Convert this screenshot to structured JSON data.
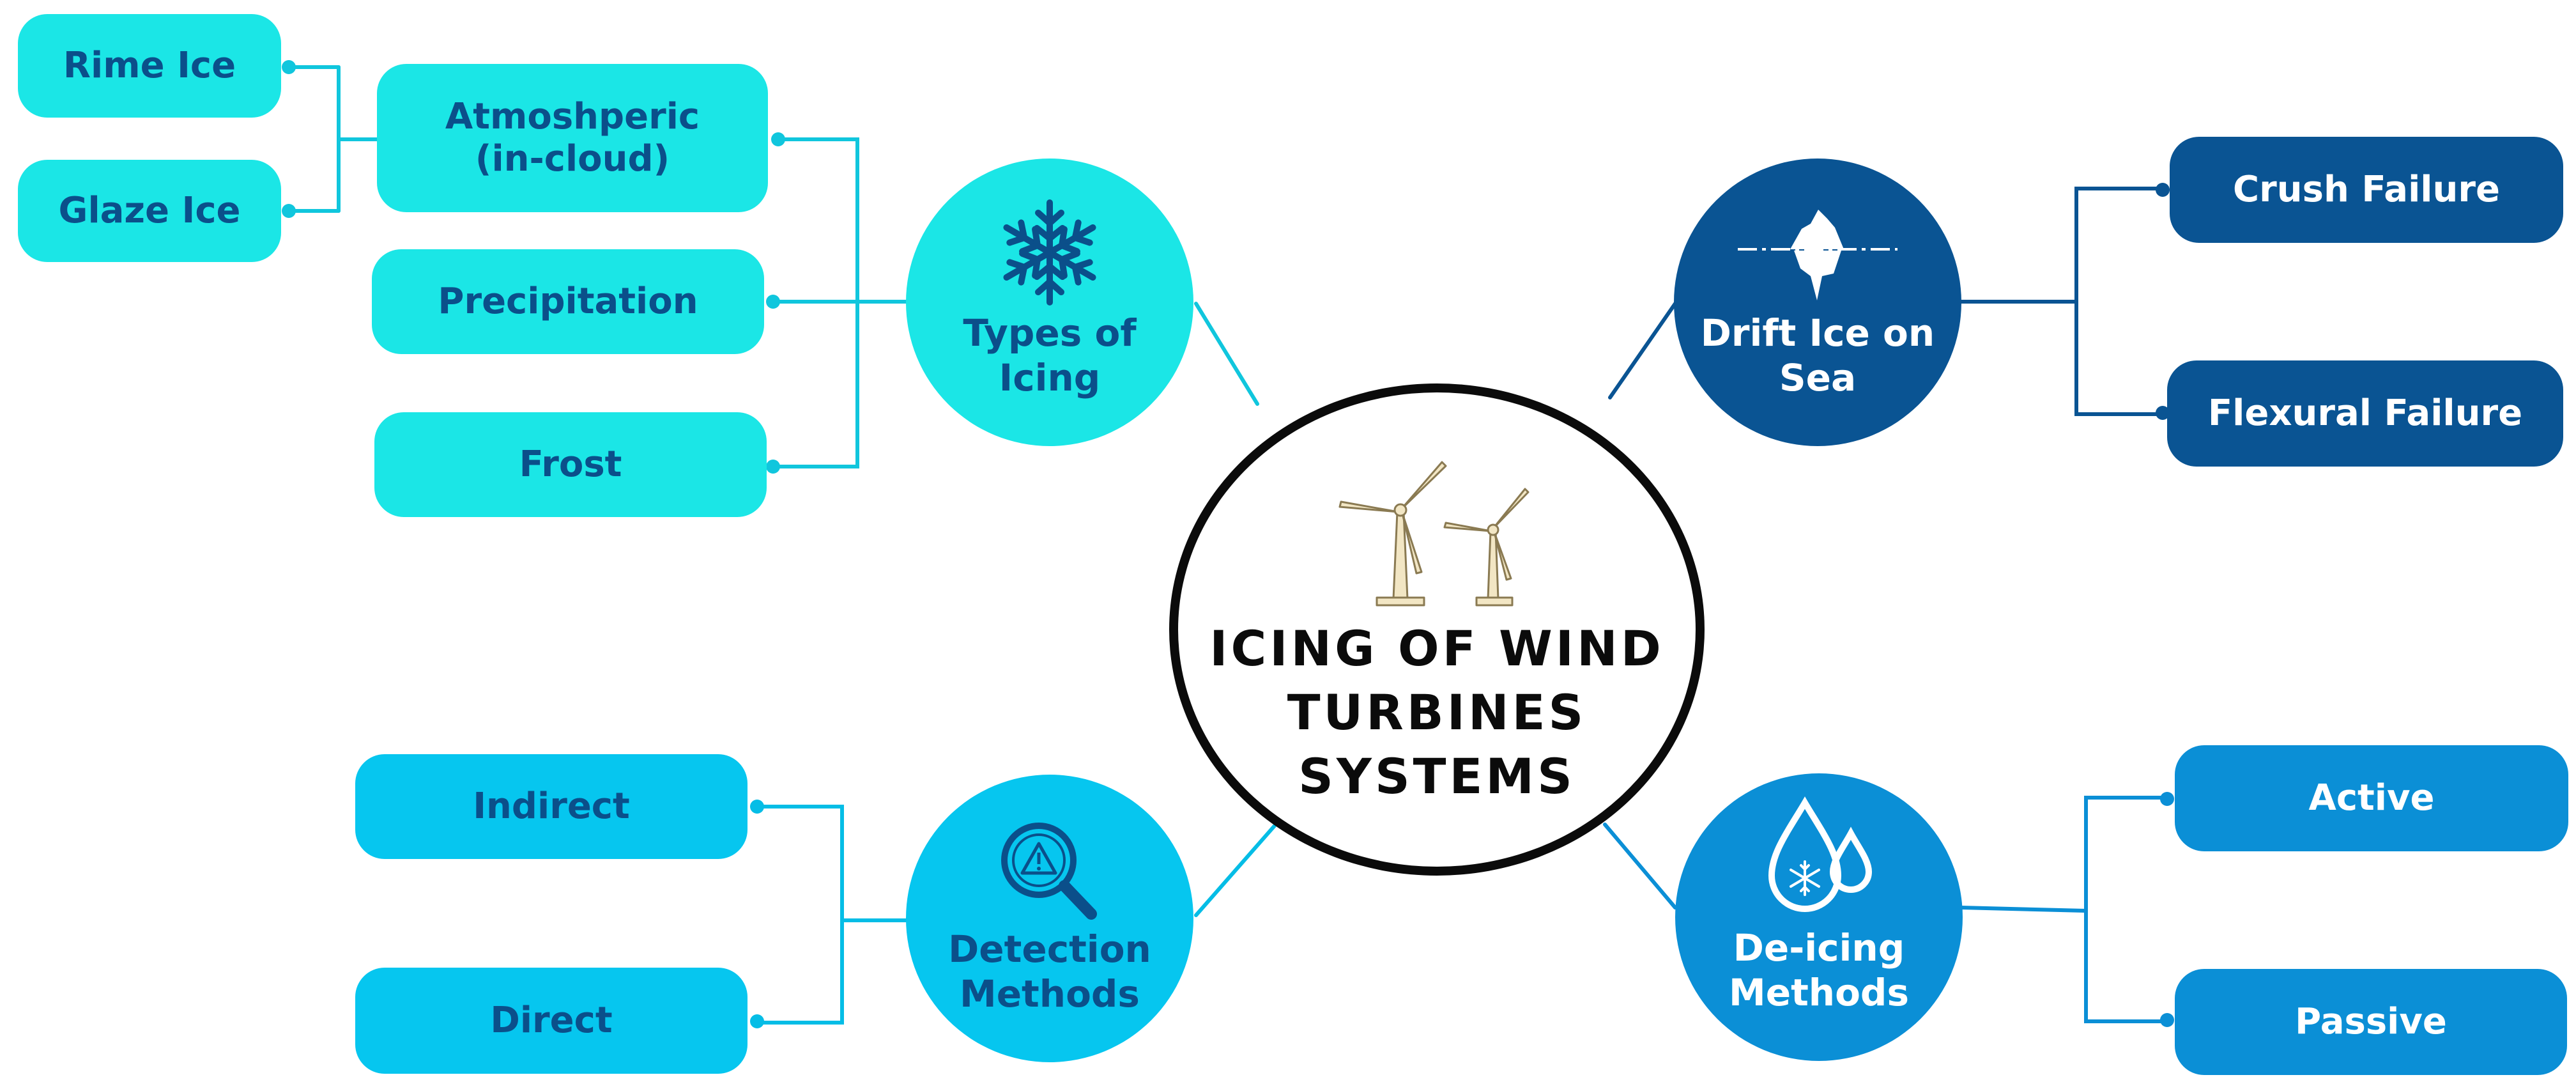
{
  "center": {
    "title": "ICING OF WIND\nTURBINES\nSYSTEMS",
    "icon": "wind-turbines-icon"
  },
  "branches": {
    "types": {
      "label": "Types of\nIcing",
      "icon": "snowflake-icon",
      "children": [
        "Atmoshperic\n(in-cloud)",
        "Precipitation",
        "Frost"
      ],
      "sub": [
        "Rime Ice",
        "Glaze Ice"
      ]
    },
    "drift": {
      "label": "Drift Ice on\nSea",
      "icon": "iceberg-icon",
      "children": [
        "Crush Failure",
        "Flexural Failure"
      ]
    },
    "detection": {
      "label": "Detection\nMethods",
      "icon": "magnifier-warning-icon",
      "children": [
        "Indirect",
        "Direct"
      ]
    },
    "deicing": {
      "label": "De-icing\nMethods",
      "icon": "water-drops-snowflake-icon",
      "children": [
        "Active",
        "Passive"
      ]
    }
  },
  "colors": {
    "cyan": "#1be6e6",
    "sky": "#06c6ef",
    "navy": "#0a5493",
    "blue": "#0b8fd6",
    "text_dark": "#0b4f8a",
    "outline": "#0b0b0b"
  }
}
